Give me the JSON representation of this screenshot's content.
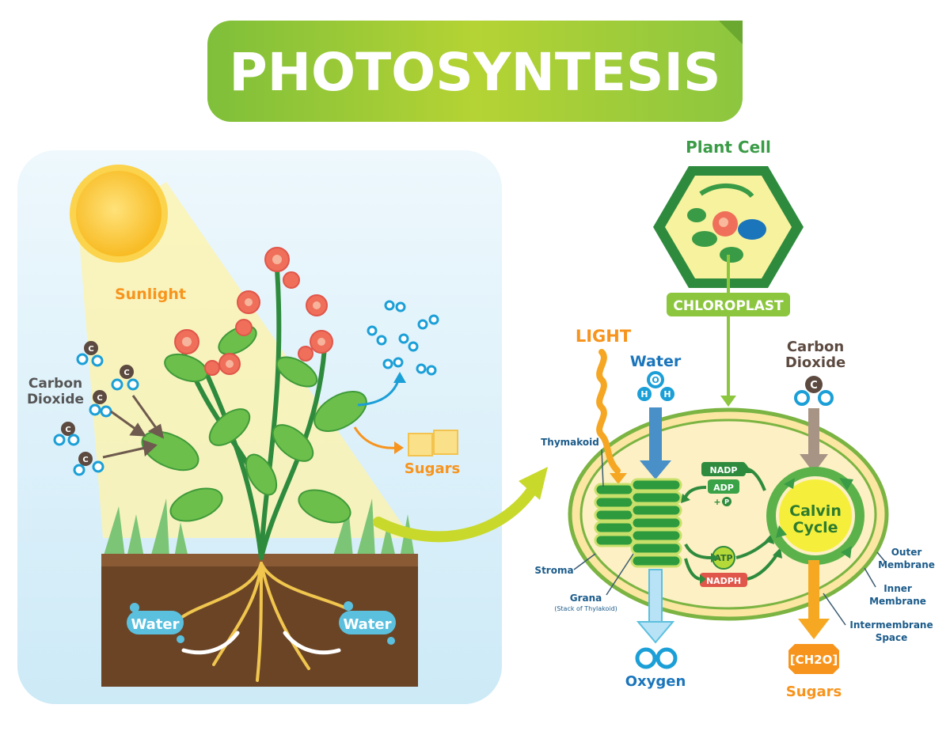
{
  "title": "PHOTOSYNTESIS",
  "left_panel": {
    "sunlight": "Sunlight",
    "carbon_dioxide_line1": "Carbon",
    "carbon_dioxide_line2": "Dioxide",
    "sugars": "Sugars",
    "water_left": "Water",
    "water_right": "Water",
    "molecule_symbol": "C"
  },
  "right_panel": {
    "plant_cell": "Plant Cell",
    "chloroplast": "CHLOROPLAST",
    "light": "LIGHT",
    "water": "Water",
    "hydrogen": "H",
    "oxygen_atom": "O",
    "carbon_atom": "C",
    "carbon_dioxide_line1": "Carbon",
    "carbon_dioxide_line2": "Dioxide",
    "thymakoid": "Thymakoid",
    "stroma": "Stroma",
    "grana": "Grana",
    "grana_sub": "(Stack of Thylakoid)",
    "nadp": "NADP",
    "adp": "ADP",
    "plus": "+",
    "p": "P",
    "atp": "ATP",
    "nadph": "NADPH",
    "calvin_line1": "Calvin",
    "calvin_line2": "Cycle",
    "outer_membrane_line1": "Outer",
    "outer_membrane_line2": "Membrane",
    "inner_membrane_line1": "Inner",
    "inner_membrane_line2": "Membrane",
    "intermembrane_line1": "Intermembrane",
    "intermembrane_line2": "Space",
    "oxygen": "Oxygen",
    "ch2o": "[CH2O]",
    "sugars": "Sugars"
  },
  "colors": {
    "title_green": "#8cc63f",
    "sunlight_orange": "#f7941d",
    "dark_green": "#2e8b3e",
    "teal": "#1b75bb",
    "brown": "#8b7560",
    "soil": "#6b4426"
  }
}
